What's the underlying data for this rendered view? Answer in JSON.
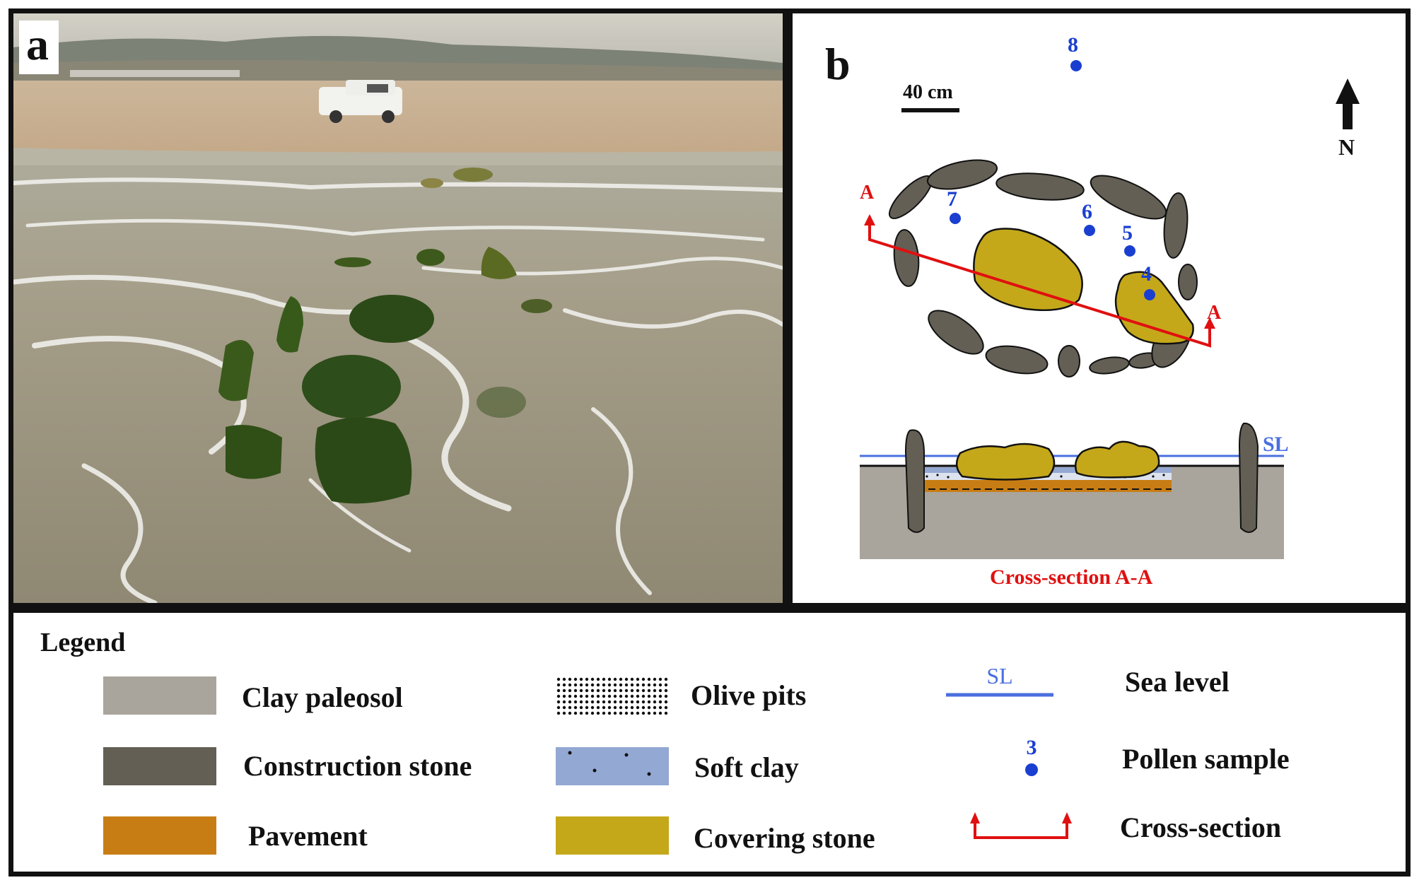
{
  "panel_a": {
    "label": "a"
  },
  "panel_b": {
    "label": "b",
    "scale_label": "40 cm",
    "north_label": "N",
    "section_marker": "A",
    "samples": [
      "4",
      "5",
      "6",
      "7",
      "8"
    ],
    "sea_level_label": "SL",
    "cross_section_title": "Cross-section A-A"
  },
  "legend": {
    "title": "Legend",
    "items": [
      {
        "label": "Clay paleosol",
        "color": "#a9a59c"
      },
      {
        "label": "Construction stone",
        "color": "#635f55"
      },
      {
        "label": "Pavement",
        "color": "#c87d14"
      },
      {
        "label": "Olive pits",
        "color": "#ffffff"
      },
      {
        "label": "Soft clay",
        "color": "#93a8d2"
      },
      {
        "label": "Covering stone",
        "color": "#c4a81a"
      },
      {
        "label": "Sea level",
        "symbol_text": "SL",
        "color": "#4a6fe0"
      },
      {
        "label": "Pollen sample",
        "symbol_text": "3",
        "color": "#1a3fd0"
      },
      {
        "label": "Cross-section",
        "color": "#e01010"
      }
    ]
  }
}
